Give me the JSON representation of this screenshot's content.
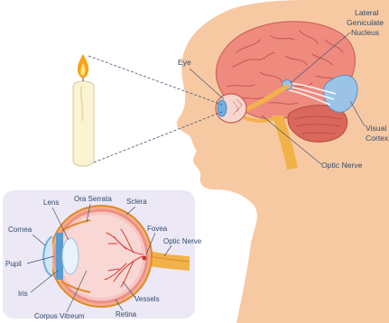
{
  "labels": {
    "lgn_line1": "Lateral",
    "lgn_line2": "Geniculate",
    "lgn_line3": "Nucleus",
    "eye": "Eye",
    "visual_line1": "Visual",
    "visual_line2": "Cortex",
    "optic_nerve_main": "Optic Nerve",
    "lens": "Lens",
    "ora_serrata": "Ora Serrata",
    "sclera": "Sclera",
    "cornea": "Cornea",
    "fovea": "Fovea",
    "optic_nerve_inset": "Optic Nerve",
    "pupil": "Pupil",
    "iris": "Iris",
    "vessels": "Vessels",
    "corpus_vitreum": "Corpus Vitreum",
    "retina": "Retina"
  },
  "colors": {
    "head": "#f7c9a3",
    "brain": "#ee8b7e",
    "cerebellum": "#d9675c",
    "visual_cortex": "#9bc3e6",
    "optic_nerve": "#f2b24a",
    "inset_bg": "#ece8f6",
    "candle": "#fbf3d2",
    "flame": "#f6a21d"
  }
}
